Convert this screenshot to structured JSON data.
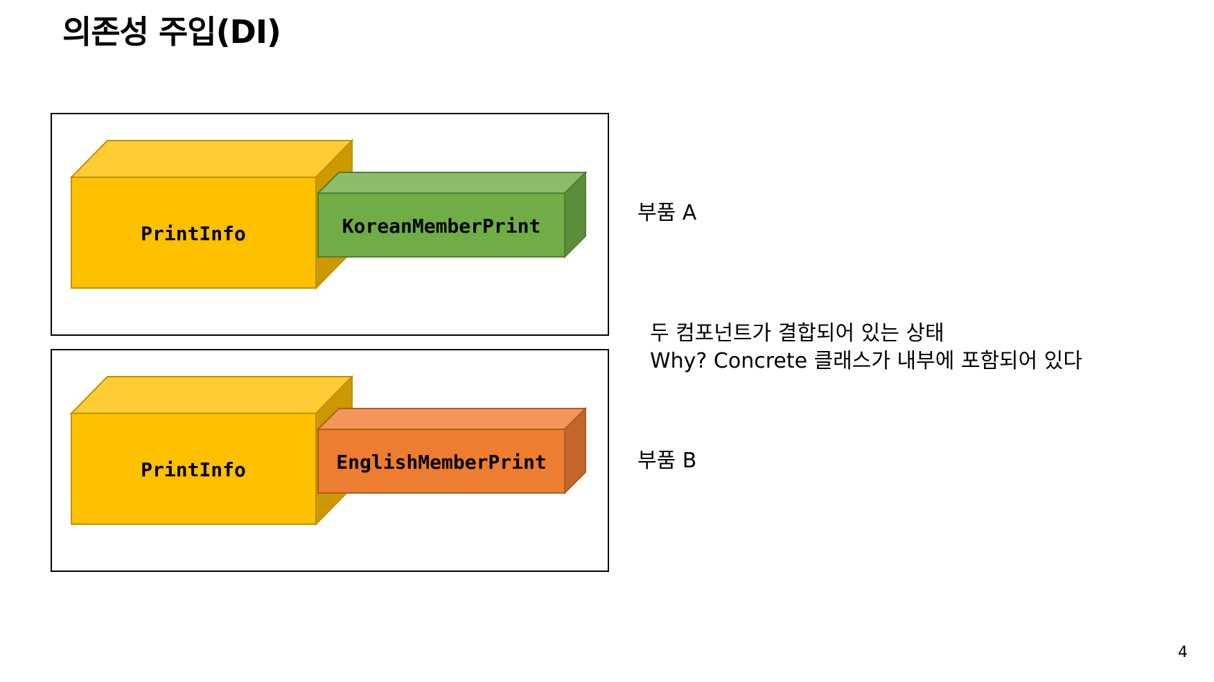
{
  "slide": {
    "title": "의존성 주입(DI)",
    "page_number": "4"
  },
  "panel_a": {
    "main_box": {
      "label": "PrintInfo",
      "color": "#FFC000"
    },
    "component_box": {
      "label": "KoreanMemberPrint",
      "color": "#70AD47"
    },
    "side_label": "부품 A"
  },
  "panel_b": {
    "main_box": {
      "label": "PrintInfo",
      "color": "#FFC000"
    },
    "component_box": {
      "label": "EnglishMemberPrint",
      "color": "#ED7D31"
    },
    "side_label": "부품 B"
  },
  "description": {
    "line1": "두 컴포넌트가 결합되어 있는 상태",
    "line2": "Why? Concrete 클래스가 내부에 포함되어 있다"
  }
}
